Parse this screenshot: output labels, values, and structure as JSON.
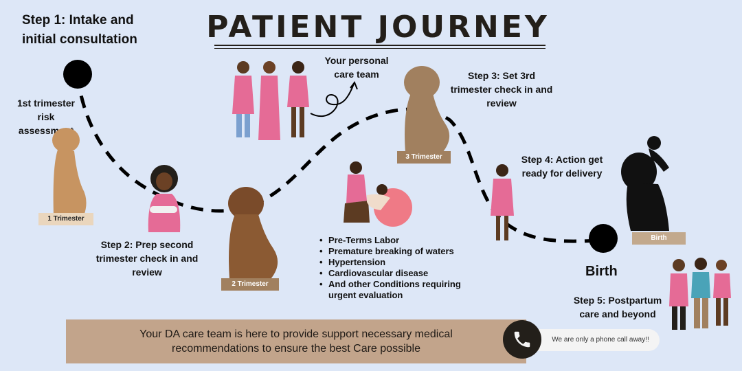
{
  "title": "PATIENT JOURNEY",
  "steps": {
    "step1": "Step 1:  Intake and initial consultation",
    "step1_sub": "1st trimester risk assessment",
    "step2": "Step 2: Prep second trimester check in and review",
    "step3": "Step 3: Set 3rd trimester check in and review",
    "step4": "Step 4: Action get ready for delivery",
    "step5": "Step 5: Postpartum care and beyond"
  },
  "care_team": "Your personal care team",
  "trimester_labels": {
    "t1": "1 Trimester",
    "t2": "2 Trimester",
    "t3": "3 Trimester",
    "birth_tag": "Birth"
  },
  "birth_heading": "Birth",
  "conditions": [
    "Pre-Terms Labor",
    " Premature breaking of waters",
    " Hypertension",
    "Cardiovascular disease",
    "And other Conditions requiring urgent evaluation"
  ],
  "banner": "Your DA care team is here to provide support necessary medical recommendations to ensure the best Care possible",
  "phone_pill": "We are only a phone call away!!",
  "icons": [
    "phone-icon",
    "pregnant-woman-icon",
    "doctor-icon",
    "nurse-icon",
    "mother-baby-icon",
    "family-icon",
    "exercise-ball-icon"
  ],
  "colors": {
    "background": "#dde7f7",
    "dark_brown": "#231f1a",
    "skin_light": "#c79461",
    "skin_mid": "#8b5a33",
    "skin_dark": "#5c3b22",
    "scrubs_pink": "#e56b96",
    "banner": "#c2a48b"
  }
}
